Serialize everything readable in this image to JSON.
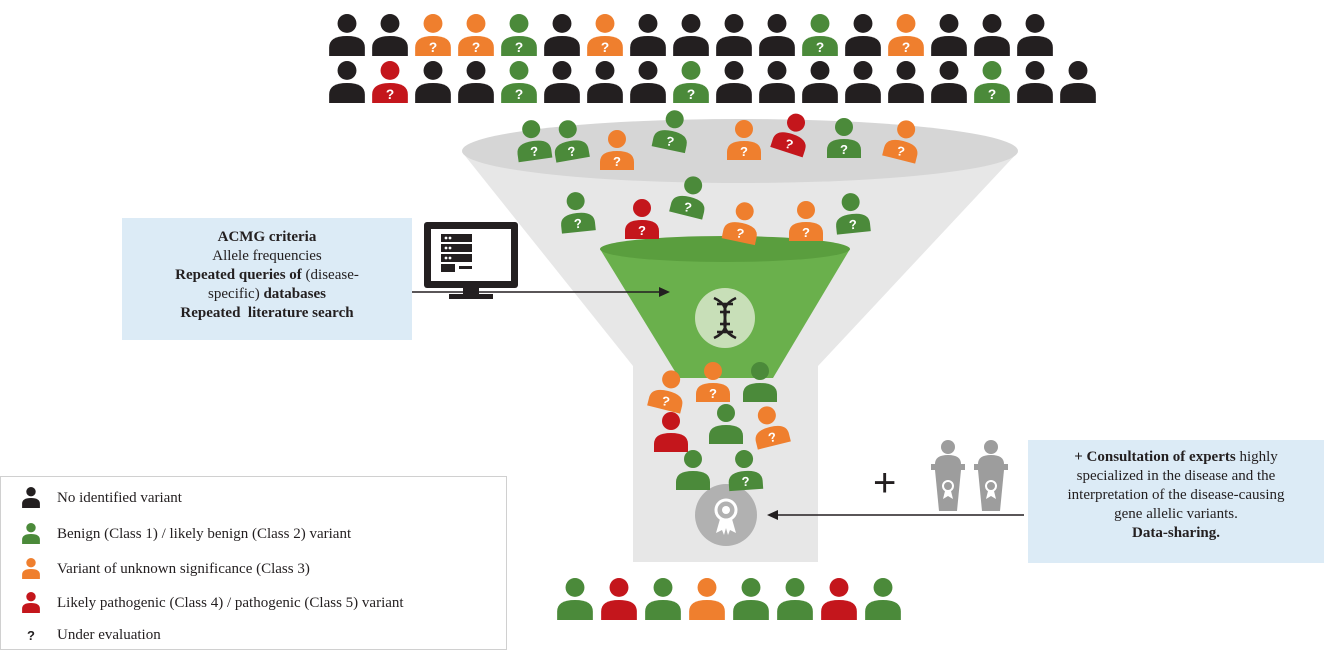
{
  "colors": {
    "none": "#231f20",
    "benign": "#4b8a3a",
    "vus": "#ef7f2e",
    "pathogenic": "#c4161c",
    "funnel_gray": "#e7e7e7",
    "funnel_rim": "#d9d9d9",
    "green_filter": "#6ab04c",
    "info_box": "#dcebf6",
    "expert_gray": "#9d9d9d"
  },
  "acmg_box": {
    "line1": "ACMG criteria",
    "line2": "Allele frequencies",
    "line3_bold": "Repeated queries of",
    "line3_rest": " (disease-",
    "line4_rest": "specific) ",
    "line4_bold": "databases",
    "line5": "Repeated  literature search"
  },
  "experts_box": {
    "line1_bold": "+ Consultation of experts",
    "line1_rest": " highly",
    "line2": "specialized in the disease and the",
    "line3": "interpretation of the disease-causing",
    "line4": "gene allelic variants.",
    "line5": "Data-sharing."
  },
  "plus": "+",
  "question_mark": "?",
  "legend": [
    {
      "icon": "none",
      "label": "No identified variant"
    },
    {
      "icon": "benign",
      "label": "Benign (Class 1) / likely benign (Class 2) variant"
    },
    {
      "icon": "vus",
      "label": "Variant of unknown significance (Class 3)"
    },
    {
      "icon": "pathogenic",
      "label": "Likely pathogenic (Class 4) / pathogenic (Class 5) variant"
    },
    {
      "icon": "question",
      "label": "Under evaluation"
    }
  ],
  "population_row1": [
    {
      "c": "none",
      "q": false
    },
    {
      "c": "none",
      "q": false
    },
    {
      "c": "vus",
      "q": true
    },
    {
      "c": "vus",
      "q": true
    },
    {
      "c": "benign",
      "q": true
    },
    {
      "c": "none",
      "q": false
    },
    {
      "c": "vus",
      "q": true
    },
    {
      "c": "none",
      "q": false
    },
    {
      "c": "none",
      "q": false
    },
    {
      "c": "none",
      "q": false
    },
    {
      "c": "none",
      "q": false
    },
    {
      "c": "benign",
      "q": true
    },
    {
      "c": "none",
      "q": false
    },
    {
      "c": "vus",
      "q": true
    },
    {
      "c": "none",
      "q": false
    },
    {
      "c": "none",
      "q": false
    },
    {
      "c": "none",
      "q": false
    }
  ],
  "population_row2": [
    {
      "c": "none",
      "q": false
    },
    {
      "c": "pathogenic",
      "q": true
    },
    {
      "c": "none",
      "q": false
    },
    {
      "c": "none",
      "q": false
    },
    {
      "c": "benign",
      "q": true
    },
    {
      "c": "none",
      "q": false
    },
    {
      "c": "none",
      "q": false
    },
    {
      "c": "none",
      "q": false
    },
    {
      "c": "benign",
      "q": true
    },
    {
      "c": "none",
      "q": false
    },
    {
      "c": "none",
      "q": false
    },
    {
      "c": "none",
      "q": false
    },
    {
      "c": "none",
      "q": false
    },
    {
      "c": "none",
      "q": false
    },
    {
      "c": "none",
      "q": false
    },
    {
      "c": "benign",
      "q": true
    },
    {
      "c": "none",
      "q": false
    },
    {
      "c": "none",
      "q": false
    }
  ],
  "funnel_top_people": [
    {
      "c": "benign",
      "q": true
    },
    {
      "c": "benign",
      "q": true
    },
    {
      "c": "vus",
      "q": true
    },
    {
      "c": "benign",
      "q": true
    },
    {
      "c": "vus",
      "q": true
    },
    {
      "c": "pathogenic",
      "q": true
    },
    {
      "c": "benign",
      "q": true
    },
    {
      "c": "vus",
      "q": true
    }
  ],
  "funnel_middle_people": [
    {
      "c": "benign",
      "q": true
    },
    {
      "c": "pathogenic",
      "q": true
    },
    {
      "c": "benign",
      "q": true
    },
    {
      "c": "vus",
      "q": true
    },
    {
      "c": "vus",
      "q": true
    },
    {
      "c": "benign",
      "q": true
    }
  ],
  "funnel_lower_people": [
    {
      "c": "vus",
      "q": true
    },
    {
      "c": "vus",
      "q": true
    },
    {
      "c": "benign",
      "q": false
    },
    {
      "c": "pathogenic",
      "q": false
    },
    {
      "c": "benign",
      "q": false
    },
    {
      "c": "vus",
      "q": true
    },
    {
      "c": "benign",
      "q": false
    },
    {
      "c": "benign",
      "q": true
    }
  ],
  "final_row": [
    {
      "c": "benign",
      "q": false
    },
    {
      "c": "pathogenic",
      "q": false
    },
    {
      "c": "benign",
      "q": false
    },
    {
      "c": "vus",
      "q": false
    },
    {
      "c": "benign",
      "q": false
    },
    {
      "c": "benign",
      "q": false
    },
    {
      "c": "pathogenic",
      "q": false
    },
    {
      "c": "benign",
      "q": false
    }
  ]
}
